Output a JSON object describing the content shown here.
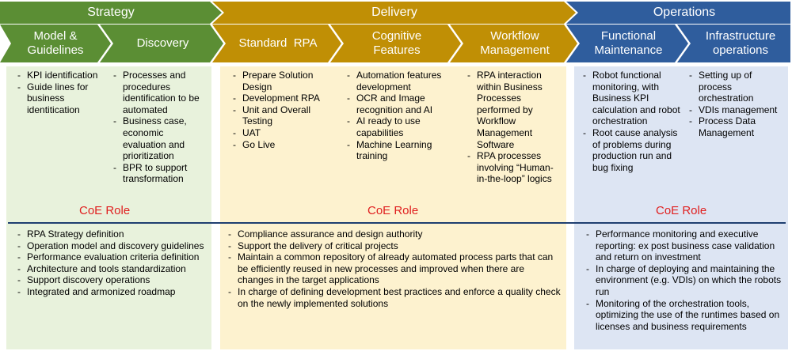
{
  "colors": {
    "strategy": "#5b8e34",
    "delivery": "#c08f05",
    "operations": "#2f5d9d",
    "strategy_panel": "#e8f2dc",
    "delivery_panel": "#fdf2cf",
    "operations_panel": "#dde5f3",
    "coe_role": "#e02020",
    "divider": "#1f3f70"
  },
  "phases": [
    {
      "label": "Strategy"
    },
    {
      "label": "Delivery"
    },
    {
      "label": "Operations"
    }
  ],
  "steps": [
    {
      "label": "Model &\nGuidelines"
    },
    {
      "label": "Discovery"
    },
    {
      "label": "Standard  RPA"
    },
    {
      "label": "Cognitive\nFeatures"
    },
    {
      "label": "Workflow\nManagement"
    },
    {
      "label": "Functional\nMaintenance"
    },
    {
      "label": "Infrastructure\noperations"
    }
  ],
  "activities": {
    "model_guidelines": [
      "KPI identification",
      "Guide lines for business identitication"
    ],
    "discovery": [
      "Processes and procedures identification to be automated",
      "Business case, economic evaluation and prioritization",
      "BPR to support transformation"
    ],
    "standard_rpa": [
      "Prepare Solution Design",
      "Development RPA",
      "Unit and Overall Testing",
      "UAT",
      "Go Live"
    ],
    "cognitive": [
      "Automation features development",
      "OCR and Image recognition and AI",
      "AI ready to use capabilities",
      "Machine Learning training"
    ],
    "workflow": [
      "RPA interaction within Business Processes performed by Workflow Management Software",
      "RPA processes involving “Human-in-the-loop” logics"
    ],
    "functional": [
      "Robot functional monitoring, with Business KPI calculation and robot orchestration",
      "Root cause analysis of problems during production run and bug fixing"
    ],
    "infrastructure": [
      "Setting up of process orchestration",
      "VDIs management",
      "Process Data Management"
    ]
  },
  "coe_role_label": "CoE Role",
  "coe_roles": {
    "strategy": [
      "RPA Strategy definition",
      "Operation model and discovery guidelines",
      "Performance evaluation criteria definition",
      "Architecture and tools standardization",
      "Support discovery operations",
      "Integrated and armonized roadmap"
    ],
    "delivery": [
      "Compliance assurance and design authority",
      "Support the delivery of critical projects",
      "Maintain a common repository of already automated process parts that can be efficiently reused in new processes and improved when there are changes in the target applications",
      "In charge of defining development best practices and enforce a quality check on the newly implemented solutions"
    ],
    "operations": [
      "Performance monitoring and executive reporting: ex post business case validation and return on investment",
      "In charge of deploying and maintaining the environment (e.g. VDIs) on which the robots run",
      "Monitoring of the orchestration tools, optimizing the use of the runtimes based on licenses and business requirements"
    ]
  }
}
